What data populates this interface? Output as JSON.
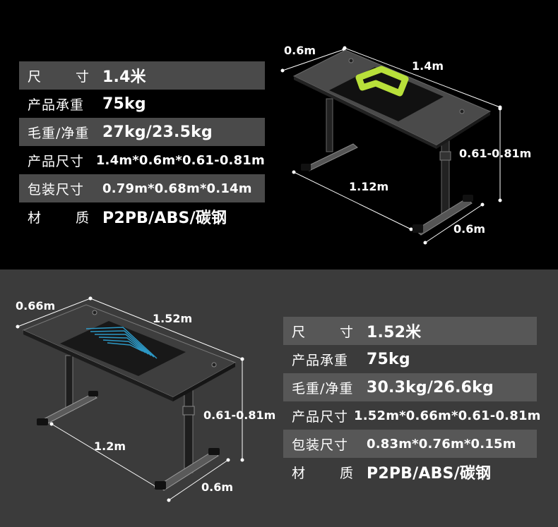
{
  "top_product": {
    "specs": [
      {
        "label": "尺　　寸",
        "label_parts": [
          "尺",
          "寸"
        ],
        "value": "1.4米"
      },
      {
        "label": "产品承重",
        "value": "75kg"
      },
      {
        "label": "毛重/净重",
        "value": "27kg/23.5kg"
      },
      {
        "label": "产品尺寸",
        "value": "1.4m*0.6m*0.61-0.81m"
      },
      {
        "label": "包装尺寸",
        "value": "0.79m*0.68m*0.14m"
      },
      {
        "label": "材　　质",
        "label_parts": [
          "材",
          "质"
        ],
        "value": "P2PB/ABS/碳钢"
      }
    ],
    "dims": {
      "depth_top": "0.6m",
      "width": "1.4m",
      "height": "0.61-0.81m",
      "leg_span": "1.12m",
      "foot": "0.6m"
    },
    "mat_color": "#b8e03a"
  },
  "bottom_product": {
    "specs": [
      {
        "label": "尺　　寸",
        "label_parts": [
          "尺",
          "寸"
        ],
        "value": "1.52米"
      },
      {
        "label": "产品承重",
        "value": "75kg"
      },
      {
        "label": "毛重/净重",
        "value": "30.3kg/26.6kg"
      },
      {
        "label": "产品尺寸",
        "value": "1.52m*0.66m*0.61-0.81m"
      },
      {
        "label": "包装尺寸",
        "value": "0.83m*0.76m*0.15m"
      },
      {
        "label": "材　　质",
        "label_parts": [
          "材",
          "质"
        ],
        "value": "P2PB/ABS/碳钢"
      }
    ],
    "dims": {
      "depth_top": "0.66m",
      "width": "1.52m",
      "height": "0.61-0.81m",
      "leg_span": "1.2m",
      "foot": "0.6m"
    },
    "mat_color": "#2fa6d8"
  },
  "colors": {
    "top_background": "#000000",
    "bottom_background": "#3b3b3b",
    "row_shade": "#4a4a4a"
  }
}
